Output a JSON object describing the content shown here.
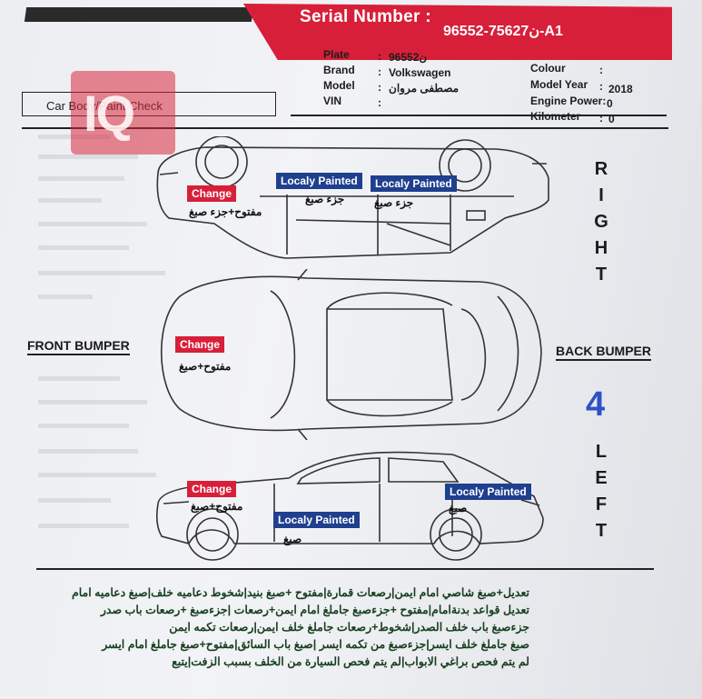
{
  "header": {
    "serial_label": "Serial Number :",
    "serial_value": "ن75627-96552-A1"
  },
  "vehicle": {
    "plate_label": "Plate",
    "plate_value": "ن96552",
    "brand_label": "Brand",
    "brand_value": "Volkswagen",
    "model_label": "Model",
    "model_value": "مصطفى مروان",
    "vin_label": "VIN",
    "vin_value": "",
    "colour_label": "Colour",
    "colour_value": "",
    "model_year_label": "Model Year",
    "model_year_value": "2018",
    "engine_label": "Engine Power:",
    "engine_value": "0",
    "km_label": "Kilometer",
    "km_value": "0"
  },
  "section": {
    "title": "Car Body/Paint Check"
  },
  "sides": {
    "right": [
      "R",
      "I",
      "G",
      "H",
      "T"
    ],
    "left": [
      "L",
      "E",
      "F",
      "T"
    ],
    "front": "FRONT BUMPER",
    "back": "BACK BUMPER",
    "count": "4"
  },
  "tags": {
    "top_change": "Change",
    "top_change_ar": "مفتوح+جزء صبغ",
    "top_local1": "Localy Painted",
    "top_local1_ar": "جزء صبغ",
    "top_local2": "Localy Painted",
    "top_local2_ar": "جزء صبغ",
    "mid_change": "Change",
    "mid_change_ar": "مفتوح+صبغ",
    "bot_change": "Change",
    "bot_change_ar": "مفتوح+صبغ",
    "bot_local1": "Localy Painted",
    "bot_local1_ar": "صبغ",
    "bot_local2": "Localy Painted",
    "bot_local2_ar": "صبغ"
  },
  "notes": [
    "تعديل+صبغ شاصي امام ايمن|رصعات قمارة|مفتوح +صبغ بنيد|شخوط دعاميه خلف|صبغ دعاميه امام",
    "تعديل قواعد بدنةامام|مفتوح +جزءصبغ جاملغ امام ايمن+رصعات |جزءصبغ +رصعات باب صدر",
    "جزءصبغ باب خلف الصدر|شخوط+رصعات جاملغ خلف ايمن|رصعات تكمه ايمن",
    "صبغ جاملغ خلف ايسر|جزءصبغ من تكمه ايسر |صبغ باب السائق|مفتوح+صبغ جاملغ امام ايسر",
    "لم يتم فحص براغي الابواب|لم يتم فحص السيارة من الخلف بسبب الزفت|يتبع"
  ]
}
